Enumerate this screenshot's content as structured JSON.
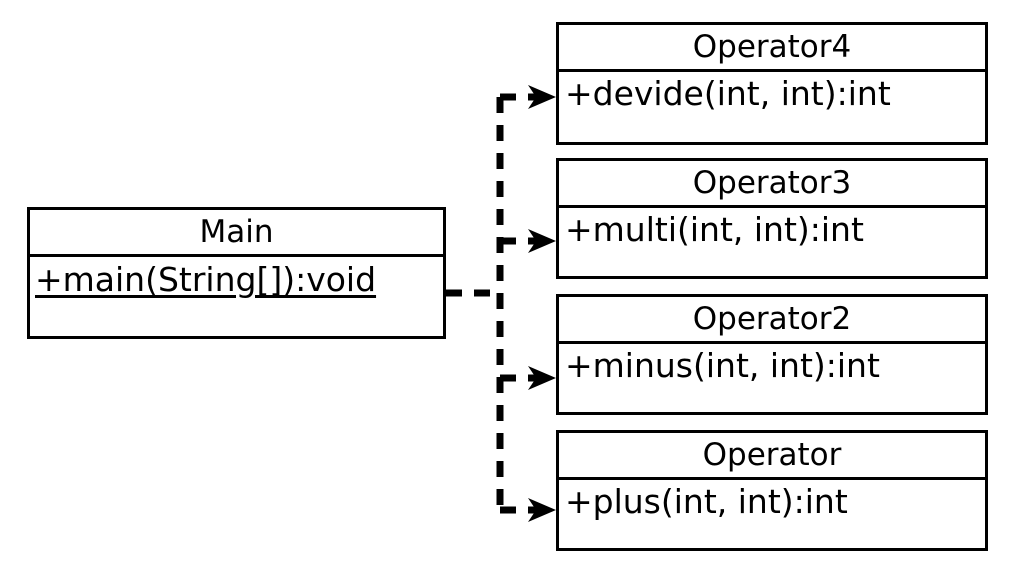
{
  "diagram": {
    "type": "uml-class-diagram",
    "background_color": "#ffffff",
    "line_color": "#000000",
    "classes": [
      {
        "id": "main",
        "name": "Main",
        "members": [
          {
            "text": "+main(String[]):void",
            "static": true
          }
        ]
      },
      {
        "id": "operator4",
        "name": "Operator4",
        "members": [
          {
            "text": "+devide(int, int):int",
            "static": false
          }
        ]
      },
      {
        "id": "operator3",
        "name": "Operator3",
        "members": [
          {
            "text": "+multi(int, int):int",
            "static": false
          }
        ]
      },
      {
        "id": "operator2",
        "name": "Operator2",
        "members": [
          {
            "text": "+minus(int, int):int",
            "static": false
          }
        ]
      },
      {
        "id": "operator",
        "name": "Operator",
        "members": [
          {
            "text": "+plus(int, int):int",
            "static": false
          }
        ]
      }
    ],
    "relationships": [
      {
        "from": "main",
        "to": "operator4",
        "kind": "dependency",
        "style": "dashed",
        "arrowhead": "open"
      },
      {
        "from": "main",
        "to": "operator3",
        "kind": "dependency",
        "style": "dashed",
        "arrowhead": "open"
      },
      {
        "from": "main",
        "to": "operator2",
        "kind": "dependency",
        "style": "dashed",
        "arrowhead": "open"
      },
      {
        "from": "main",
        "to": "operator",
        "kind": "dependency",
        "style": "dashed",
        "arrowhead": "open"
      }
    ]
  }
}
